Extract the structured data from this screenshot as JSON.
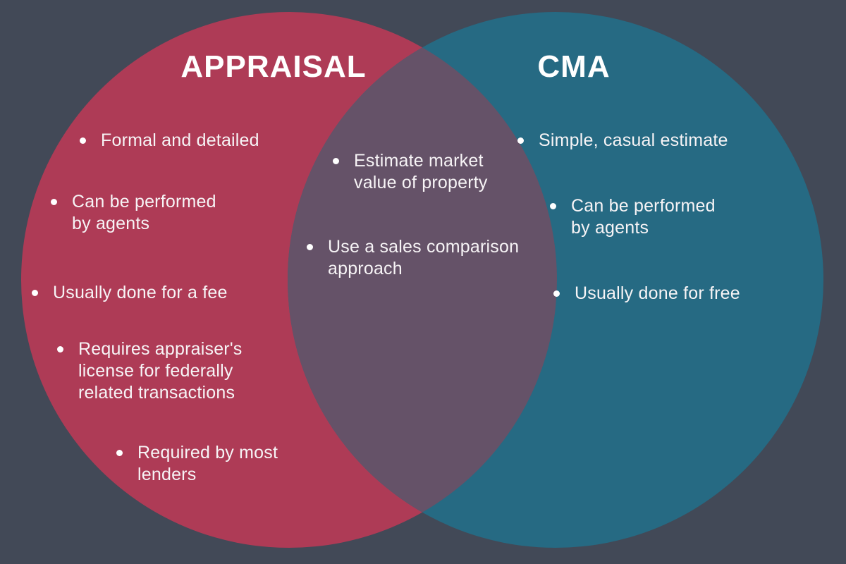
{
  "colors": {
    "background": "#424957",
    "appraisal_circle": "#ae3b56",
    "cma_circle": "#266a83",
    "overlap": "#655268",
    "title_text": "#ffffff",
    "body_text": "#f7f4f6",
    "bullet_dot": "#ffffff"
  },
  "appraisal": {
    "title": "APPRAISAL",
    "items": [
      {
        "text": "Formal and detailed"
      },
      {
        "text": "Can be performed\nby agents"
      },
      {
        "text": "Usually done for a fee"
      },
      {
        "text": "Requires appraiser's\nlicense for federally\nrelated transactions"
      },
      {
        "text": "Required by most\nlenders"
      }
    ]
  },
  "shared": {
    "items": [
      {
        "text": "Estimate market\nvalue of property"
      },
      {
        "text": "Use a sales comparison\napproach"
      }
    ]
  },
  "cma": {
    "title": "CMA",
    "items": [
      {
        "text": "Simple, casual estimate"
      },
      {
        "text": "Can be performed\nby agents"
      },
      {
        "text": "Usually done for free"
      }
    ]
  }
}
